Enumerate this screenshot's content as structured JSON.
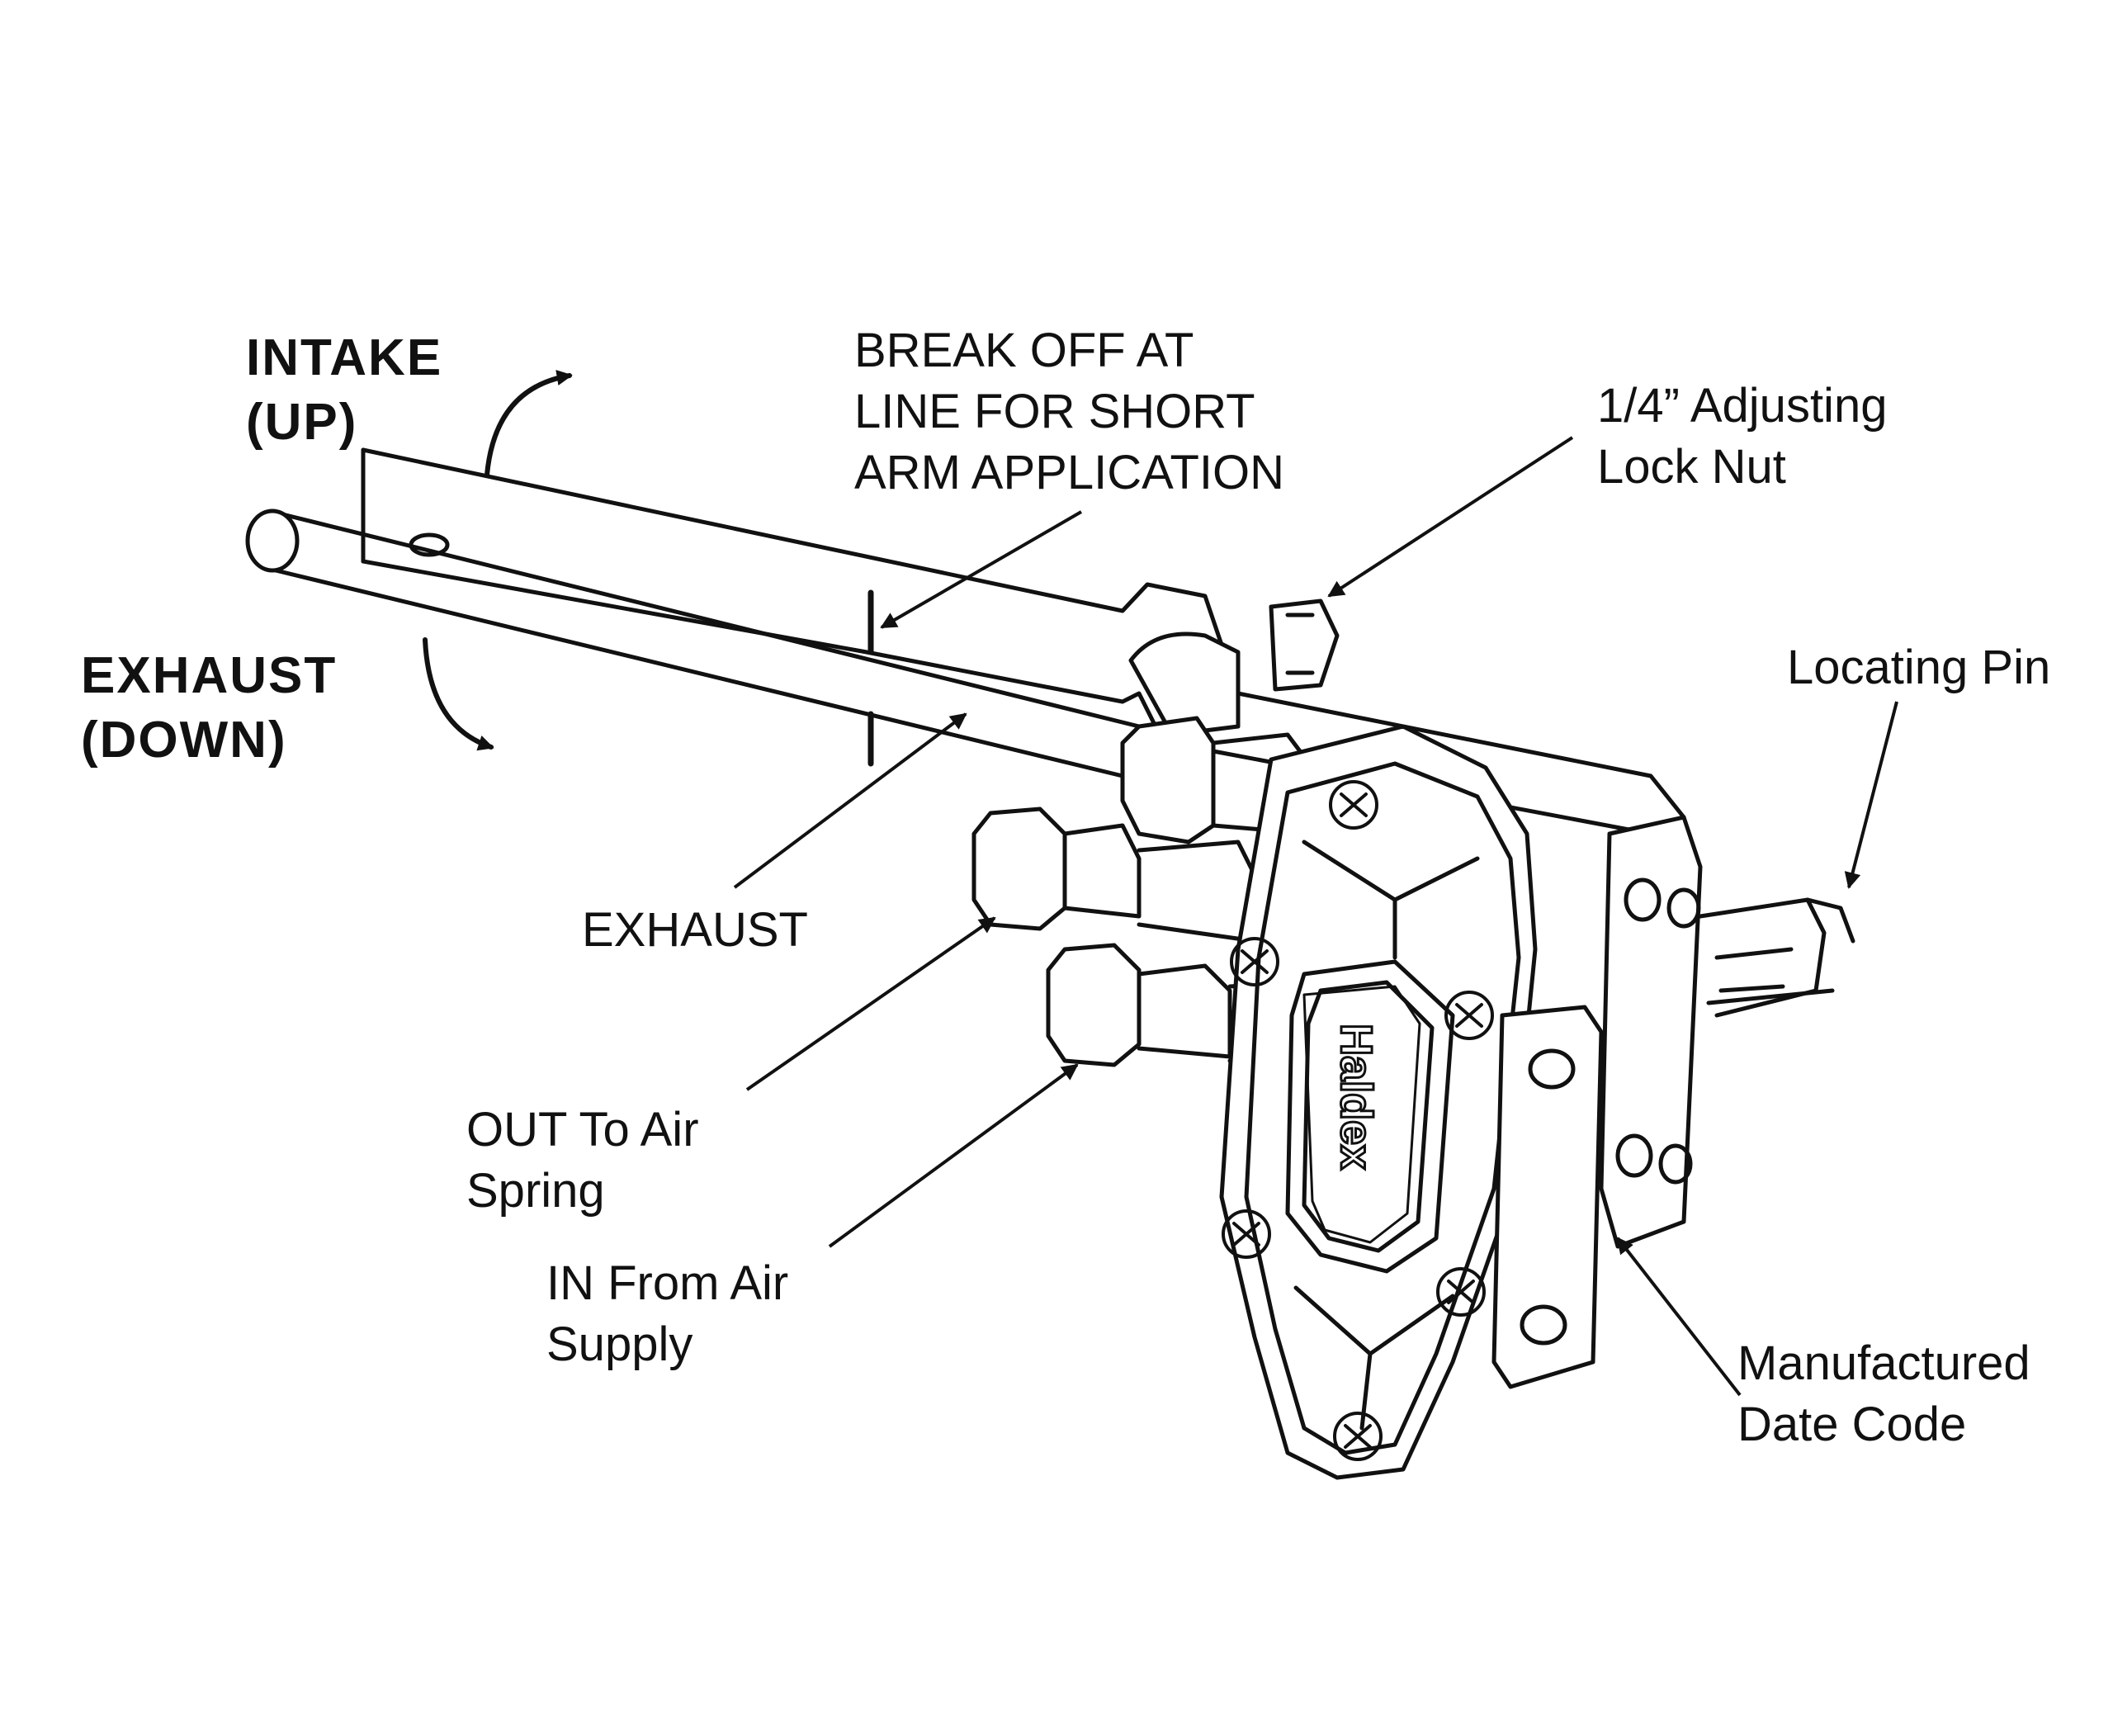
{
  "diagram": {
    "labels": {
      "intake": [
        "INTAKE",
        "(UP)"
      ],
      "exhaust_direction": [
        "EXHAUST",
        "(DOWN)"
      ],
      "break_off": [
        "BREAK OFF AT",
        "LINE FOR SHORT",
        "ARM APPLICATION"
      ],
      "lock_nut": [
        "1/4” Adjusting",
        "Lock Nut"
      ],
      "locating_pin": [
        "Locating Pin"
      ],
      "exhaust_port": [
        "EXHAUST"
      ],
      "out_port": [
        "OUT To Air",
        "Spring"
      ],
      "in_port": [
        "IN From Air",
        "Supply"
      ],
      "date_code": [
        "Manufactured",
        "Date Code"
      ]
    },
    "brand_mark": "Haldex",
    "colors": {
      "line": "#111111",
      "background": "#ffffff"
    }
  }
}
